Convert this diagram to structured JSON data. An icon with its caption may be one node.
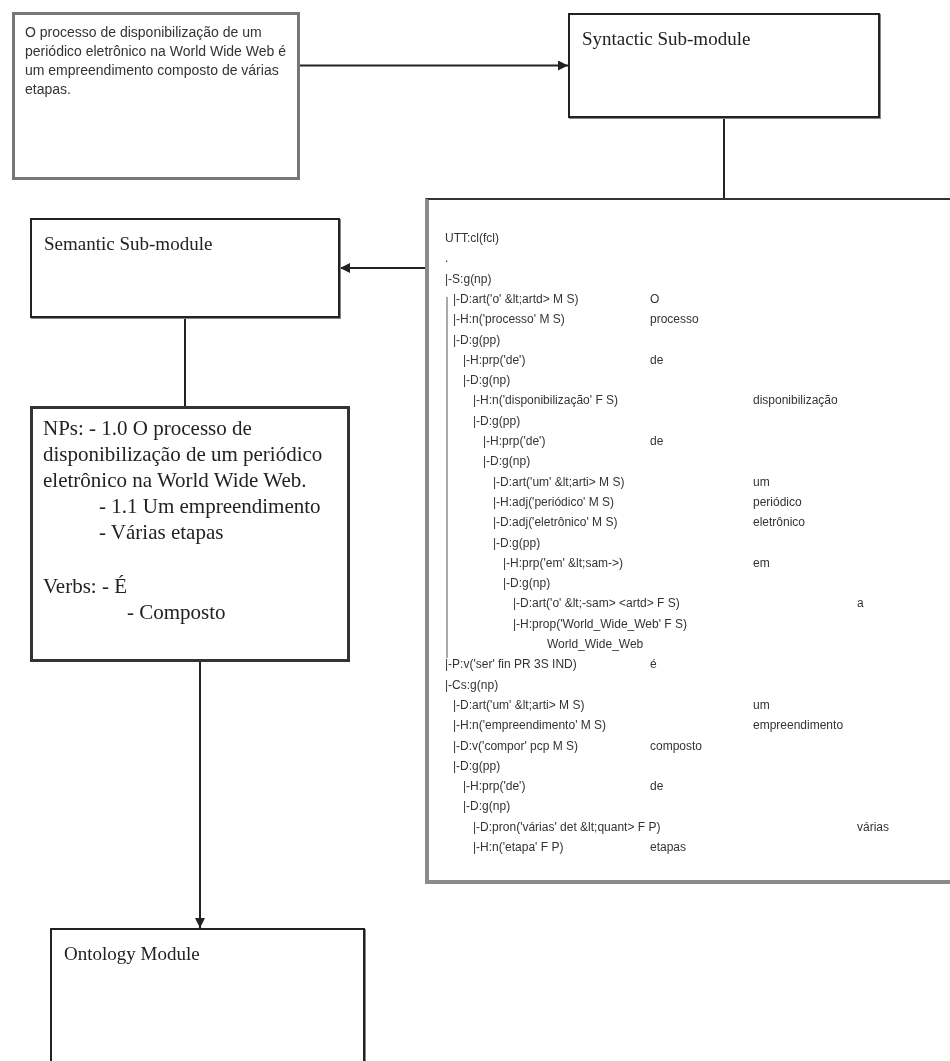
{
  "diagram": {
    "nodes": [
      {
        "text": [
          "O processo de disponibilização de um periódico eletrônico na World Wide Web é um empreendimento composto de várias etapas."
        ]
      },
      {
        "text": [
          "Syntactic Sub-module"
        ]
      },
      {
        "text": [
          "Semantic Sub-module"
        ]
      },
      {
        "text": [
          "NPs: - 1.0 O processo de disponibilização de um periódico eletrônico na World Wide Web.",
          "- 1.1 Um empreendimento",
          "- Várias etapas",
          "Verbs: - É",
          "- Composto"
        ]
      },
      {
        "text": [
          "UTT:cl(fcl)",
          ".",
          "|-S:g(np)",
          "|-D:art('o' &lt;artd> M S)",
          "O",
          "|-H:n('processo' M S)",
          "processo",
          "|-D:g(pp)",
          "|-H:prp('de')",
          "de",
          "|-D:g(np)",
          "|-H:n('disponibilização' F S)",
          "disponibilização",
          "|-D:g(pp)",
          "|-H:prp('de')",
          "de",
          "|-D:g(np)",
          "|-D:art('um' &lt;arti> M S)",
          "um",
          "|-H:adj('periódico' M S)",
          "periódico",
          "|-D:adj('eletrônico' M S)",
          "eletrônico",
          "|-D:g(pp)",
          "|-H:prp('em' &lt;sam->)",
          "em",
          "|-D:g(np)",
          "|-D:art('o' &lt;-sam> <artd> F S)",
          "a",
          "|-H:prop('World_Wide_Web' F S)",
          "World_Wide_Web",
          "|-P:v('ser' fin PR 3S IND)",
          "é",
          "|-Cs:g(np)",
          "|-D:art('um' &lt;arti> M S)",
          "um",
          "|-H:n('empreendimento' M S)",
          "empreendimento",
          "|-D:v('compor' pcp M S)",
          "composto",
          "|-D:g(pp)",
          "|-H:prp('de')",
          "de",
          "|-D:g(np)",
          "|-D:pron('várias' det &lt;quant> F P)",
          "várias",
          "|-H:n('etapa' F P)",
          "etapas"
        ]
      },
      {
        "text": [
          "Ontology Module"
        ]
      }
    ],
    "edges": [
      {
        "from": 0,
        "to": 1,
        "arrow": "to"
      },
      {
        "from": 1,
        "to": 4,
        "arrow": "none"
      },
      {
        "from": 4,
        "to": 2,
        "arrow": "to"
      },
      {
        "from": 2,
        "to": 3,
        "arrow": "none"
      },
      {
        "from": 3,
        "to": 5,
        "arrow": "to"
      }
    ]
  }
}
